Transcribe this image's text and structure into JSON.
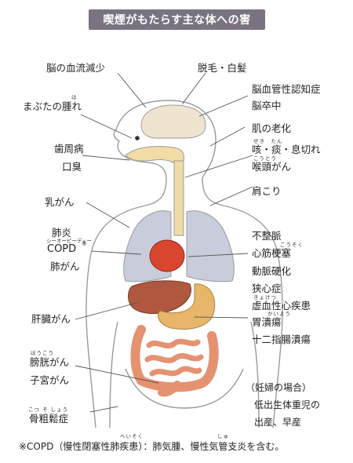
{
  "title": "喫煙がもたらす主な体への害",
  "labels_left": {
    "brain_blood_flow": "脳の血流減少",
    "eyelid_swelling": "まぶたの腫れ",
    "eyelid_ruby": "は",
    "periodontal": "歯周病",
    "bad_breath": "口臭",
    "breast_cancer": "乳がん",
    "pneumonia": "肺炎",
    "copd": "COPD",
    "copd_ruby": "シーオーピーディー",
    "copd_mark": "※",
    "lung_cancer": "肺がん",
    "liver_cancer": "肝臓がん",
    "bladder_cancer": "膀胱がん",
    "bladder_ruby": "ぼうこう",
    "uterine_cancer": "子宮がん",
    "osteoporosis": "骨粗鬆症",
    "osteoporosis_ruby": "こつ そ しょう"
  },
  "labels_right": {
    "hair": "脱毛・白髪",
    "cerebro": "脳血管性認知症",
    "stroke": "脳卒中",
    "skin_aging": "肌の老化",
    "cough": "咳・痰・息切れ",
    "cough_ruby": "せき　たん",
    "larynx": "喉頭がん",
    "larynx_ruby": "こうとう",
    "shoulder": "肩こり",
    "arrhythmia": "不整脈",
    "infarction": "心筋梗塞",
    "infarction_ruby": "こうそく",
    "arterio": "動脈硬化",
    "angina": "狭心症",
    "ischemic": "虚血性心疾患",
    "ischemic_ruby": "きょけつ",
    "gastric_ulcer": "胃潰瘍",
    "gastric_ruby": "かいよう",
    "duodenal_ulcer": "十二指腸潰瘍"
  },
  "pregnancy_note": {
    "heading": "（妊婦の場合）",
    "line1": "低出生体重児の",
    "line2": "出産、早産"
  },
  "footnote": "※COPD（慢性閉塞性肺疾患）：肺気腫、慢性気管支炎を含む。",
  "footnote_ruby_1": "へいそく",
  "footnote_ruby_2": "しゅ",
  "colors": {
    "title_bg": "#7a7280",
    "outline": "#9a9a9a",
    "brain": "#eee4cf",
    "lungs": "#c9ccdb",
    "heart": "#d9462f",
    "liver": "#b0573f",
    "stomach": "#e8b668",
    "intestine": "#e59271",
    "trachea": "#f1dca6"
  }
}
